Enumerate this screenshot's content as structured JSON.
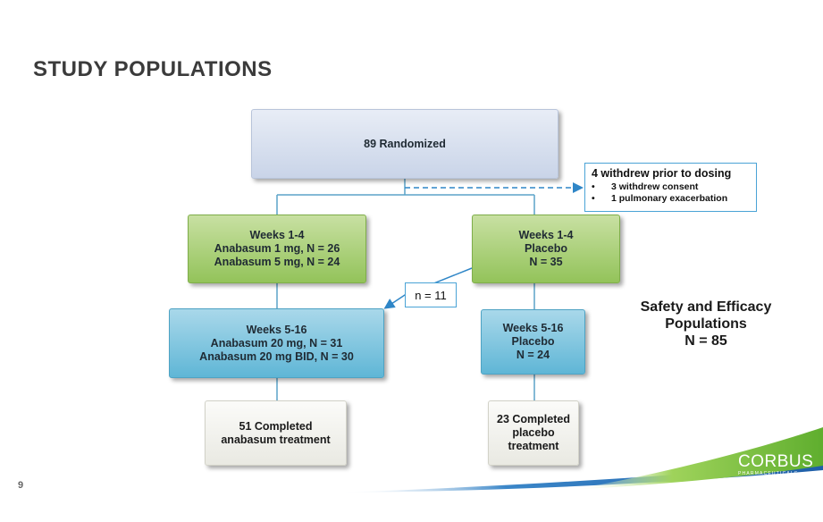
{
  "page": {
    "title": "STUDY POPULATIONS",
    "page_number": "9"
  },
  "flow": {
    "randomized": "89 Randomized",
    "withdrew": {
      "heading": "4 withdrew prior to dosing",
      "bullet": "•",
      "items": [
        "3 withdrew consent",
        "1 pulmonary exacerbation"
      ]
    },
    "active_weeks_1_4": [
      "Weeks 1-4",
      "Anabasum 1 mg, N = 26",
      "Anabasum 5 mg, N = 24"
    ],
    "placebo_weeks_1_4": [
      "Weeks 1-4",
      "Placebo",
      "N = 35"
    ],
    "crossover": "n = 11",
    "active_weeks_5_16": [
      "Weeks 5-16",
      "Anabasum 20 mg, N = 31",
      "Anabasum 20 mg BID, N = 30"
    ],
    "placebo_weeks_5_16": [
      "Weeks 5-16",
      "Placebo",
      "N = 24"
    ],
    "active_completed": [
      "51 Completed",
      "anabasum treatment"
    ],
    "placebo_completed": [
      "23 Completed",
      "placebo",
      "treatment"
    ]
  },
  "safety": [
    "Safety and Efficacy",
    "Populations",
    "N = 85"
  ],
  "logo": {
    "brand": "CORBUS",
    "sub": "PHARMACEUTICALS"
  },
  "colors": {
    "connector": "#5ba3c8",
    "dashed_arrow": "#2f86c7",
    "green_box": "#93c35a",
    "blue_box": "#5fb6d6",
    "swoosh_green": "#7cc242",
    "swoosh_blue": "#2b6cb0"
  }
}
